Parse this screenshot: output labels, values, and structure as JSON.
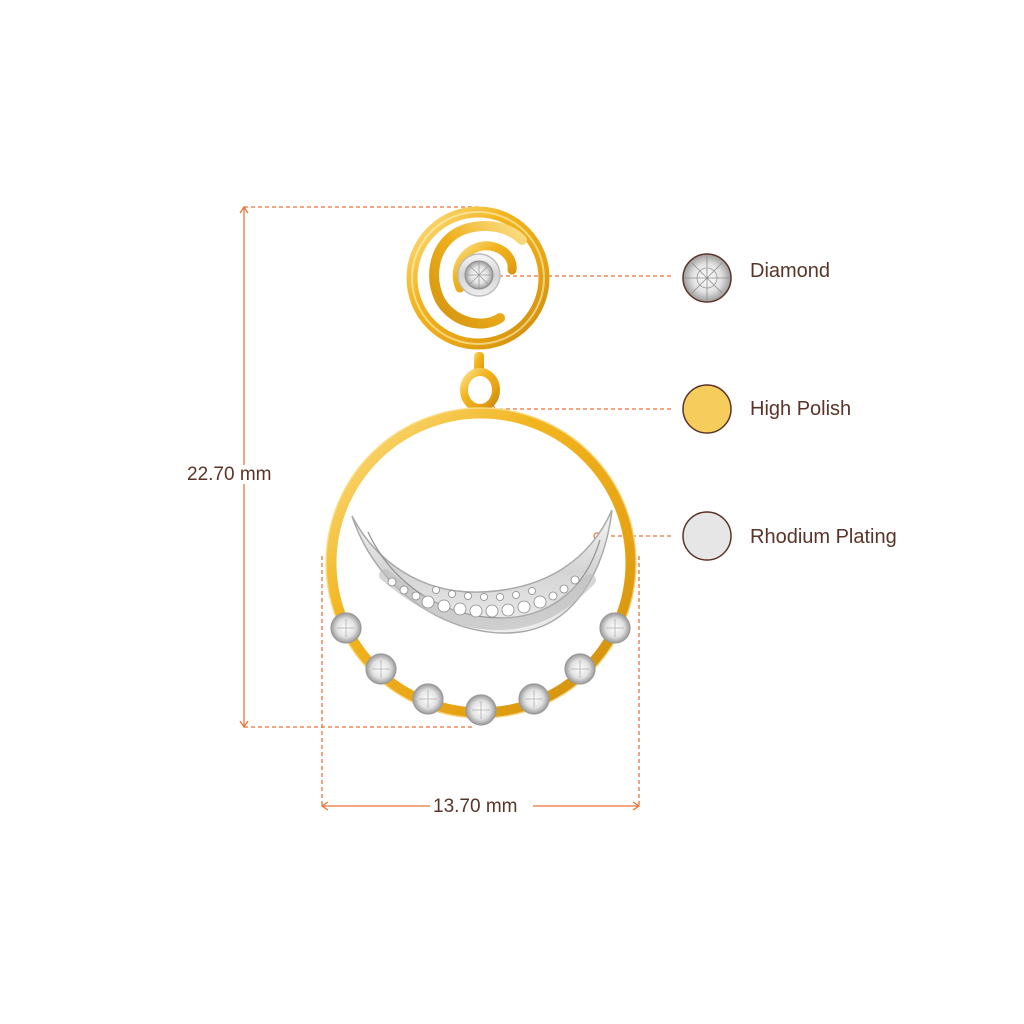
{
  "dimensions": {
    "height": "22.70 mm",
    "width": "13.70 mm"
  },
  "legend": [
    {
      "label": "Diamond",
      "swatch": "diamond",
      "color": "#eeeeee"
    },
    {
      "label": "High Polish",
      "swatch": "gold",
      "color": "#f6cd5c"
    },
    {
      "label": "Rhodium Plating",
      "swatch": "rhodium",
      "color": "#e6e6e6"
    }
  ],
  "colors": {
    "dimension_line": "#e8743b",
    "gold": "#f2b51f",
    "gold_dark": "#c98a0e",
    "rhodium": "#dcdcdc",
    "text": "#5a3428"
  }
}
